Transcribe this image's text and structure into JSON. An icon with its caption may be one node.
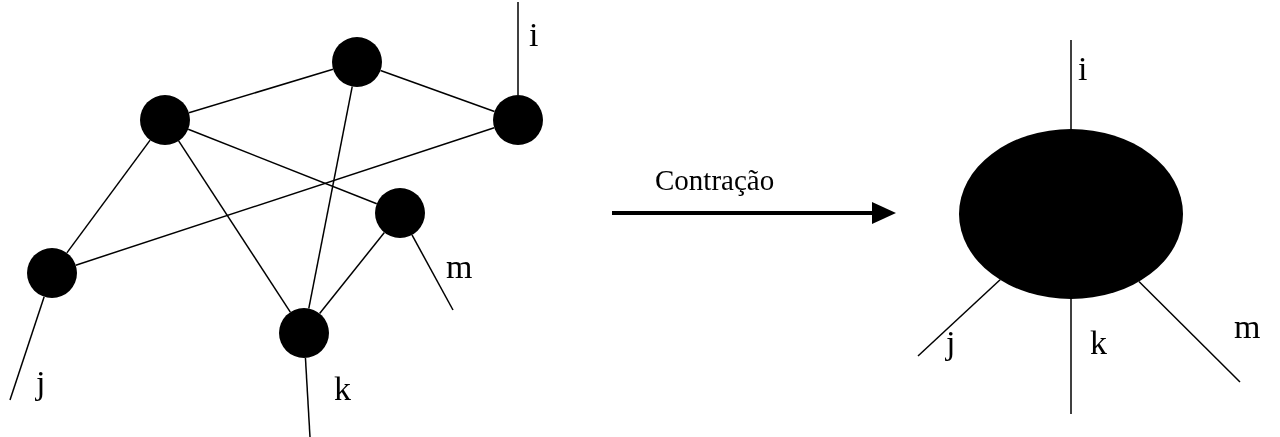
{
  "diagram": {
    "nodes": [
      {
        "text": [],
        "shape": "circle"
      },
      {
        "text": [],
        "shape": "circle"
      },
      {
        "text": [],
        "shape": "circle"
      },
      {
        "text": [],
        "shape": "circle"
      },
      {
        "text": [],
        "shape": "circle"
      },
      {
        "text": [],
        "shape": "circle"
      },
      {
        "text": [],
        "shape": "circle"
      }
    ],
    "edges": [
      {
        "from": 1,
        "to": 0,
        "arrow": "none"
      },
      {
        "from": 0,
        "to": 2,
        "arrow": "none"
      },
      {
        "from": 0,
        "to": 5,
        "arrow": "none"
      },
      {
        "from": 1,
        "to": 3,
        "arrow": "none"
      },
      {
        "from": 1,
        "to": 4,
        "arrow": "none"
      },
      {
        "from": 1,
        "to": 5,
        "arrow": "none"
      },
      {
        "from": 2,
        "to": 4,
        "arrow": "none"
      },
      {
        "from": 3,
        "to": 5,
        "arrow": "none"
      },
      {
        "from": 2,
        "to": null,
        "arrow": "none",
        "label": "i"
      },
      {
        "from": 3,
        "to": null,
        "arrow": "none",
        "label": "m"
      },
      {
        "from": 4,
        "to": null,
        "arrow": "none",
        "label": "j"
      },
      {
        "from": 5,
        "to": null,
        "arrow": "none",
        "label": "k"
      },
      {
        "from": 6,
        "to": null,
        "arrow": "none",
        "label": "i"
      },
      {
        "from": 6,
        "to": null,
        "arrow": "none",
        "label": "j"
      },
      {
        "from": 6,
        "to": null,
        "arrow": "none",
        "label": "k"
      },
      {
        "from": 6,
        "to": null,
        "arrow": "none",
        "label": "m"
      }
    ],
    "labels": [
      "Contração"
    ]
  }
}
